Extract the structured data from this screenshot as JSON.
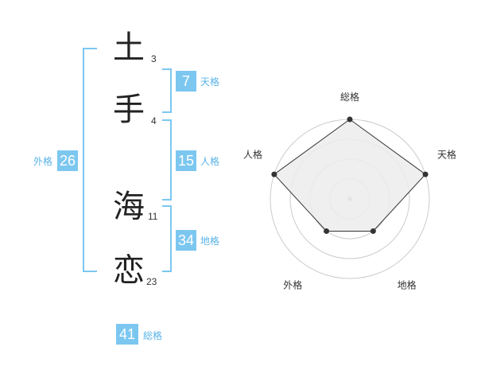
{
  "name": {
    "chars": [
      {
        "char": "土",
        "strokes": "3"
      },
      {
        "char": "手",
        "strokes": "4"
      },
      {
        "char": "海",
        "strokes": "11"
      },
      {
        "char": "恋",
        "strokes": "23"
      }
    ]
  },
  "fortunes": {
    "tenkaku": {
      "value": "7",
      "label": "天格"
    },
    "jinkaku": {
      "value": "15",
      "label": "人格"
    },
    "chikaku": {
      "value": "34",
      "label": "地格"
    },
    "gaikaku": {
      "value": "26",
      "label": "外格"
    },
    "soukaku": {
      "value": "41",
      "label": "総格"
    }
  },
  "colors": {
    "accent": "#7cc7f0",
    "accent_text": "#5ab4e8",
    "radar_fill": "#ececec",
    "radar_grid": "#cccccc",
    "radar_point": "#333333"
  },
  "chart_data": {
    "type": "radar",
    "axes": [
      "総格",
      "天格",
      "地格",
      "外格",
      "人格"
    ],
    "values": [
      4,
      4,
      2,
      2,
      4
    ],
    "rmax": 4,
    "grid_rings": 4
  }
}
